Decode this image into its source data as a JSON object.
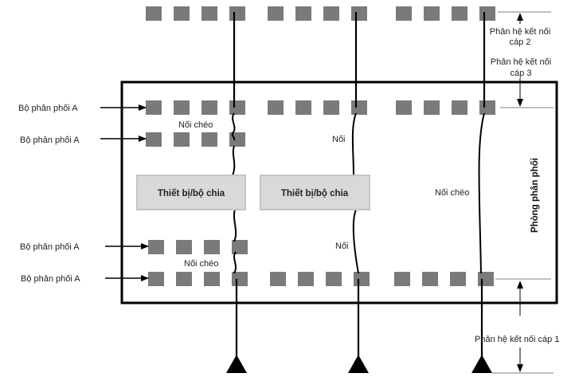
{
  "diagram": {
    "colors": {
      "port": "#7a7a7a",
      "line": "#000000",
      "device_fill": "#d9d9d9",
      "device_stroke": "#c0c0c0",
      "dim_line": "#808080",
      "text": "#222222"
    },
    "distributor_labels": [
      "Bộ phân phối A",
      "Bộ phân phối A",
      "Bộ phân phối A",
      "Bộ phân phối A"
    ],
    "devices": [
      {
        "label": "Thiết bị/bộ chia"
      },
      {
        "label": "Thiết bị/bộ chia"
      }
    ],
    "connection_labels": {
      "cross_top": "Nối chéo",
      "join_mid_top": "Nối",
      "cross_right": "Nối chéo",
      "join_mid_bottom": "Nối",
      "cross_bottom": "Nối chéo"
    },
    "subsystems": {
      "level2_line1": "Phân hệ kết nối",
      "level2_line2": "cáp 2",
      "level3_line1": "Phân hệ kết nối",
      "level3_line2": "cáp 3",
      "level1": "Phân hệ kết nối cáp 1"
    },
    "room_label": "Phòng phân phối",
    "port_rows": {
      "top_outside": 3,
      "row_a1": 3,
      "row_a2": 1,
      "row_a3": 1,
      "row_a4": 3
    },
    "outlets": 3
  }
}
